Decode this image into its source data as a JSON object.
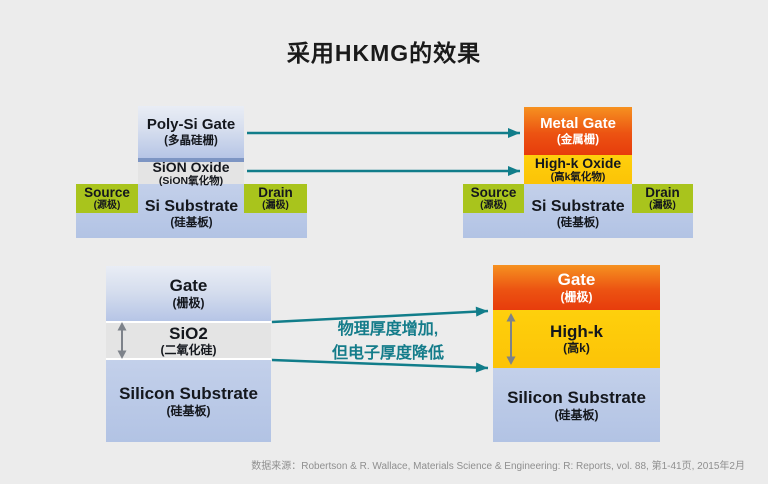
{
  "title": "采用HKMG的效果",
  "top_left_device": {
    "gate": {
      "label": "Poly-Si Gate",
      "sublabel": "(多晶硅栅)"
    },
    "oxide": {
      "label": "SiON Oxide",
      "sublabel": "(SiON氧化物)"
    },
    "source": {
      "label": "Source",
      "sublabel": "(源极)"
    },
    "drain": {
      "label": "Drain",
      "sublabel": "(漏极)"
    },
    "substrate": {
      "label": "Si Substrate",
      "sublabel": "(硅基板)"
    }
  },
  "top_right_device": {
    "gate": {
      "label": "Metal Gate",
      "sublabel": "(金属栅)"
    },
    "oxide": {
      "label": "High-k Oxide",
      "sublabel": "(高k氧化物)"
    },
    "source": {
      "label": "Source",
      "sublabel": "(源极)"
    },
    "drain": {
      "label": "Drain",
      "sublabel": "(漏极)"
    },
    "substrate": {
      "label": "Si Substrate",
      "sublabel": "(硅基板)"
    }
  },
  "bottom_left_device": {
    "gate": {
      "label": "Gate",
      "sublabel": "(栅极)"
    },
    "oxide": {
      "label": "SiO2",
      "sublabel": "(二氧化硅)"
    },
    "substrate": {
      "label": "Silicon Substrate",
      "sublabel": "(硅基板)"
    }
  },
  "bottom_right_device": {
    "gate": {
      "label": "Gate",
      "sublabel": "(栅极)"
    },
    "oxide": {
      "label": "High-k",
      "sublabel": "(高k)"
    },
    "substrate": {
      "label": "Silicon Substrate",
      "sublabel": "(硅基板)"
    }
  },
  "annotation": {
    "line1": "物理厚度增加,",
    "line2": "但电子厚度降低"
  },
  "source_note": "数据来源：Robertson & R. Wallace, Materials Science & Engineering: R: Reports, vol. 88, 第1-41页, 2015年2月",
  "colors": {
    "background": "#ececec",
    "arrow_teal": "#117d8a",
    "annotation_teal": "#147c8a",
    "poly_gate_blue": "#b6c5e6",
    "barrier_strip_blue": "#7d95c3",
    "metal_gate_orange_top": "#f69120",
    "metal_gate_red_bottom": "#e73c0c",
    "high_k_yellow": "#fdc608",
    "oxide_gray": "#e4e4e4",
    "substrate_blue": "#b9c9e7",
    "source_drain_green": "#a9c41c",
    "measure_arrow_gray": "#7d828a"
  }
}
